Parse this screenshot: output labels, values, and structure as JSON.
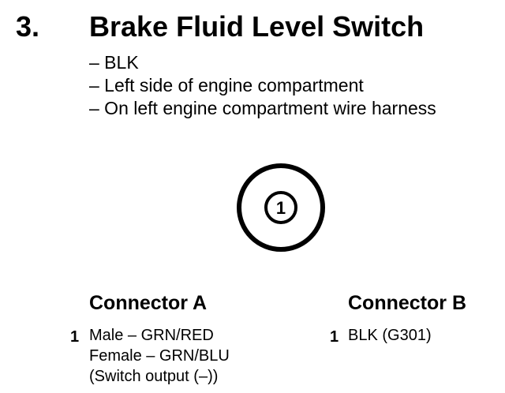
{
  "section": {
    "number": "3.",
    "title": "Brake Fluid Level Switch"
  },
  "details": [
    "– BLK",
    "– Left side of engine compartment",
    "– On left engine compartment wire harness"
  ],
  "connector_graphic": {
    "pin_label": "1"
  },
  "connector_a": {
    "heading": "Connector A",
    "pin": "1",
    "lines": [
      "Male – GRN/RED",
      "Female – GRN/BLU",
      "(Switch output (–))"
    ]
  },
  "connector_b": {
    "heading": "Connector B",
    "pin": "1",
    "lines": [
      "BLK (G301)"
    ]
  },
  "colors": {
    "ink": "#000000",
    "background": "#ffffff"
  }
}
